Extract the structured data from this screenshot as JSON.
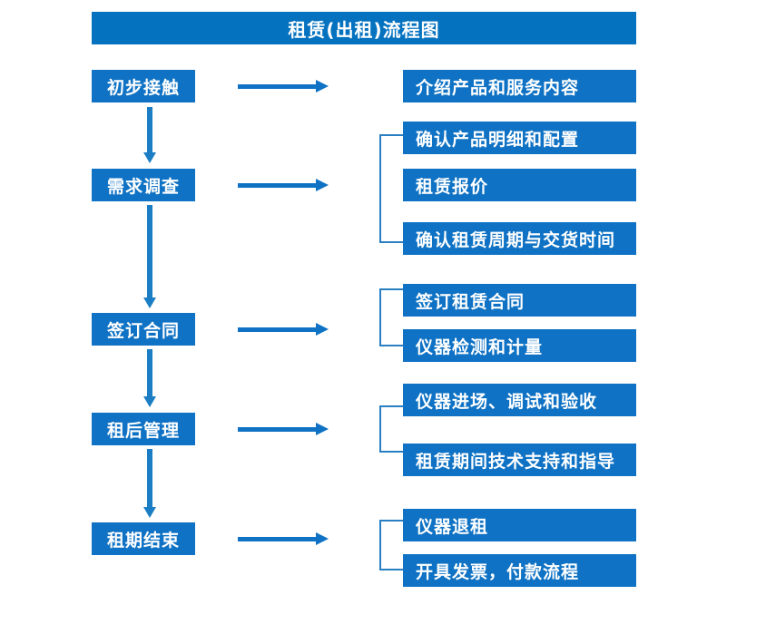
{
  "title": "租赁(出租)流程图",
  "accent_color": "#0f72c4",
  "title_bar_color": "#0572c0",
  "arrow_color": "#1b7ec4",
  "bracket_color": "#2a7fc2",
  "stages": [
    {
      "label": "初步接触"
    },
    {
      "label": "需求调查"
    },
    {
      "label": "签订合同"
    },
    {
      "label": "租后管理"
    },
    {
      "label": "租期结束"
    }
  ],
  "details": [
    {
      "label": "介绍产品和服务内容"
    },
    {
      "label": "确认产品明细和配置"
    },
    {
      "label": "租赁报价"
    },
    {
      "label": "确认租赁周期与交货时间"
    },
    {
      "label": "签订租赁合同"
    },
    {
      "label": "仪器检测和计量"
    },
    {
      "label": "仪器进场、调试和验收"
    },
    {
      "label": "租赁期间技术支持和指导"
    },
    {
      "label": "仪器退租"
    },
    {
      "label": "开具发票，付款流程"
    }
  ]
}
